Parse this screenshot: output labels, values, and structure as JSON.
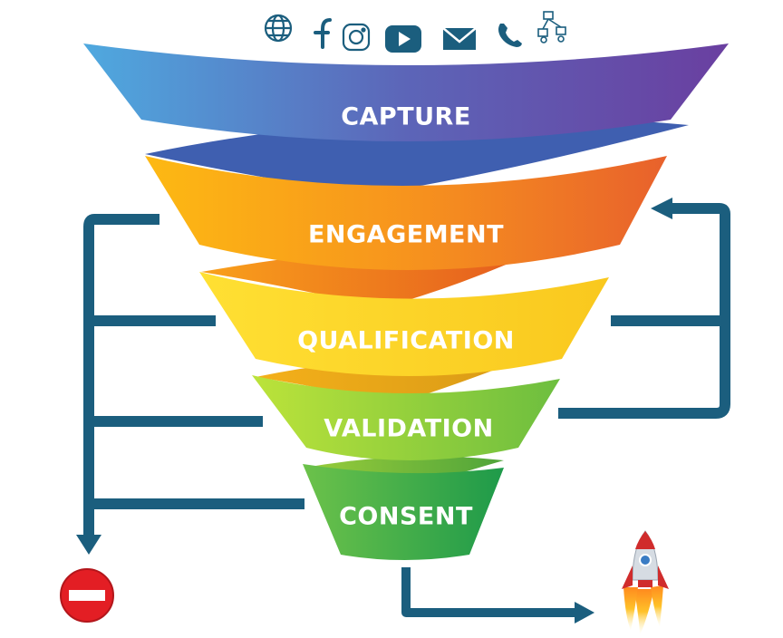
{
  "stages": [
    {
      "label": "CAPTURE",
      "color_start": "#4FA9DF",
      "color_end": "#6A3FA0",
      "inner_color": "#3F5FB0"
    },
    {
      "label": "ENGAGEMENT",
      "color_start": "#FDB913",
      "color_end": "#E8612C",
      "inner_color": "#E8712C"
    },
    {
      "label": "QUALIFICATION",
      "color_start": "#FFDE2A",
      "color_end": "#F6C71E",
      "inner_color": "#E3A41A"
    },
    {
      "label": "VALIDATION",
      "color_start": "#B7E23A",
      "color_end": "#6DBE3F",
      "inner_color": "#4FA43A"
    },
    {
      "label": "CONSENT",
      "color_start": "#6CC24A",
      "color_end": "#1E9A4A",
      "inner_color": "#1E8A44"
    }
  ],
  "icons": [
    {
      "name": "globe-icon"
    },
    {
      "name": "facebook-icon"
    },
    {
      "name": "instagram-icon"
    },
    {
      "name": "youtube-icon"
    },
    {
      "name": "email-icon"
    },
    {
      "name": "phone-icon"
    },
    {
      "name": "network-icon"
    }
  ],
  "colors": {
    "connector": "#1B5E7E",
    "icon": "#1B5E7E",
    "stop_sign": "#E31E24",
    "rocket_body": "#D6DCE3",
    "rocket_fins": "#D02C2C",
    "flame": "#FFC229"
  }
}
